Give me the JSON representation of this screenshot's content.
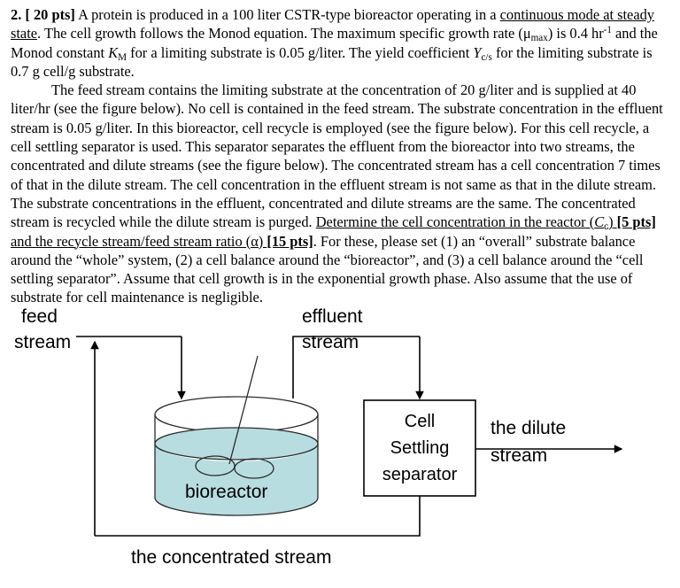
{
  "problem": {
    "number": "2.",
    "points_label": "[ 20 pts]",
    "paragraph1": {
      "seg1": "A  protein is produced in a 100 liter CSTR-type bioreactor operating in a ",
      "underline1": "continuous mode at steady state",
      "seg2": ". The cell growth follows the Monod equation. The maximum specific growth rate (μ",
      "sub_max": "max",
      "seg3": ") is 0.4 hr",
      "sup_neg1": "-1",
      "seg4": " and the Monod constant ",
      "italic_K": "K",
      "sub_M": "M",
      "seg5": " for a limiting substrate is 0.05 g/liter. The yield coefficient ",
      "italic_Y": "Y",
      "sub_cs": "c/s",
      "seg6": " for the limiting substrate is 0.7 g cell/g substrate."
    },
    "paragraph2": "The feed stream contains the limiting substrate at the concentration of 20 g/liter and is supplied at 40 liter/hr (see the figure below). No cell is contained in the feed stream. The substrate concentration in the effluent stream is 0.05 g/liter. In this bioreactor, cell recycle is employed (see the figure below). For this cell recycle, a cell settling separator is used. This separator separates the effluent from the bioreactor into two streams, the concentrated and dilute streams (see the figure below). The concentrated stream has a cell concentration 7 times of that in the dilute stream. The cell concentration in the effluent stream is not same as that in the dilute stream. The substrate concentrations in the effluent, concentrated and dilute streams are the same. The concentrated stream is recycled while the dilute stream is purged. ",
    "paragraph2_underlined": {
      "seg1": "Determine the cell concentration in the reactor (",
      "italic_C": "C",
      "sub_c": "c",
      "seg2": ") ",
      "bold1": "[5 pts]",
      "seg3": " and the recycle stream/feed stream ratio (α) ",
      "bold2": "[15 pts]"
    },
    "paragraph2_tail": ". For these, please set (1) an “overall” substrate balance around the “whole” system, (2) a cell balance around the “bioreactor”, and (3) a cell balance around the “cell settling separator”. Assume that cell growth is in the exponential growth phase. Also assume that the use of substrate for cell maintenance is negligible."
  },
  "diagram": {
    "labels": {
      "feed_stream_line1": "feed",
      "feed_stream_line2": "stream",
      "effluent_stream_line1": "effluent",
      "effluent_stream_line2": "stream",
      "bioreactor": "bioreactor",
      "separator_line1": "Cell",
      "separator_line2": "Settling",
      "separator_line3": "separator",
      "dilute_line1": "the dilute",
      "dilute_line2": "stream",
      "concentrated": "the concentrated stream"
    },
    "colors": {
      "liquid": "#b7dde0",
      "stroke": "#000000"
    }
  }
}
